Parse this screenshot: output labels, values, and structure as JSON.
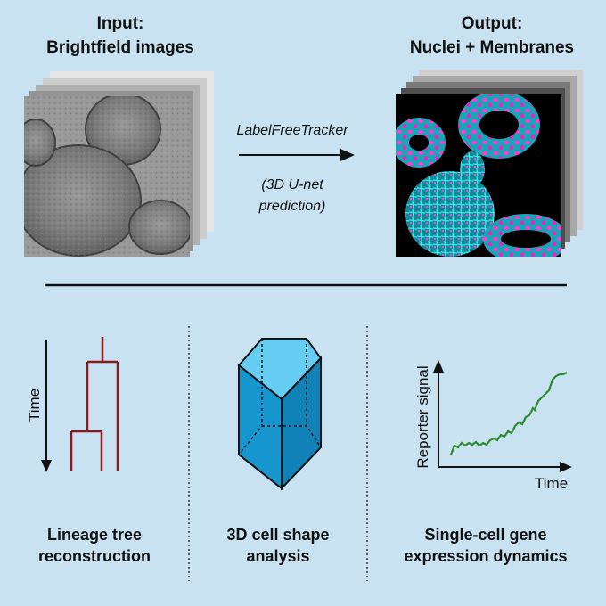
{
  "input": {
    "line1": "Input:",
    "line2": "Brightfield images"
  },
  "output": {
    "line1": "Output:",
    "line2": "Nuclei + Membranes"
  },
  "process": {
    "tool": "LabelFreeTracker",
    "method_line1": "(3D U-net",
    "method_line2": "prediction)"
  },
  "panels": [
    {
      "axis_label": "Time",
      "label_line1": "Lineage tree",
      "label_line2": "reconstruction"
    },
    {
      "label_line1": "3D cell shape",
      "label_line2": "analysis"
    },
    {
      "ylabel": "Reporter signal",
      "xlabel": "Time",
      "label_line1": "Single-cell gene",
      "label_line2": "expression dynamics"
    }
  ],
  "colors": {
    "background": "#c9e2f2",
    "lineage": "#8b1a1a",
    "signal": "#2e8b2e",
    "nuclei": "#ff2bd6",
    "membranes": "#1fd6d6",
    "prism_light": "#5dc8ef",
    "prism_dark": "#0f74a8"
  }
}
